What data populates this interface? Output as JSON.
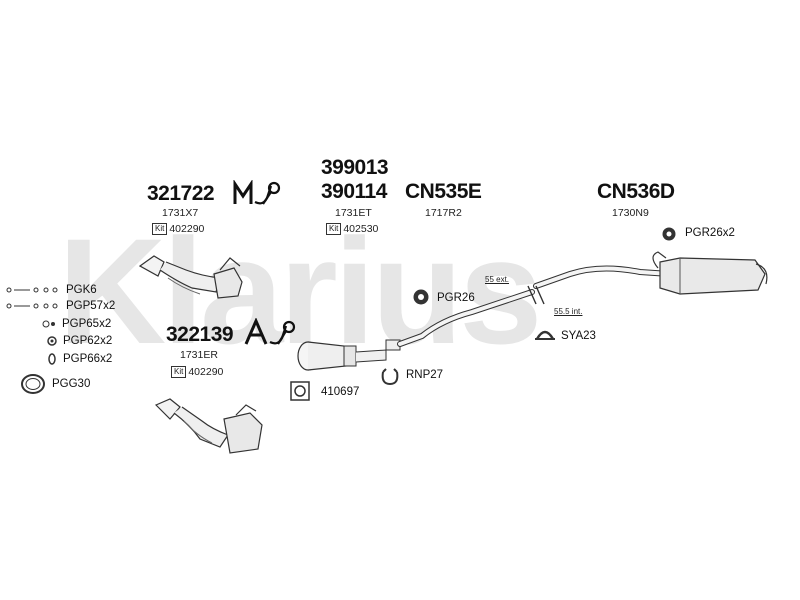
{
  "watermark": {
    "text": "Klarius"
  },
  "groups": {
    "g1": {
      "code": "321722",
      "ref": "1731X7",
      "kit": "402290"
    },
    "g2": {
      "code_top": "399013",
      "code": "390114",
      "ref": "1731ET",
      "kit": "402530"
    },
    "g3": {
      "code": "CN535E",
      "ref": "1717R2"
    },
    "g4": {
      "code": "CN536D",
      "ref": "1730N9"
    },
    "g5": {
      "code": "322139",
      "ref": "1731ER",
      "kit": "402290"
    }
  },
  "kit_badge": "Kit",
  "side_list": [
    "PGK6",
    "PGP57x2",
    "PGP65x2",
    "PGP62x2",
    "PGP66x2",
    "PGG30"
  ],
  "labels": {
    "pgr26x2": "PGR26x2",
    "pgr26": "PGR26",
    "sya23": "SYA23",
    "rnp27": "RNP27",
    "p410697": "410697",
    "ext": "55 ext.",
    "int": "55.5 int."
  },
  "icons": {
    "m_symbol": "M",
    "a_symbol": "A"
  }
}
